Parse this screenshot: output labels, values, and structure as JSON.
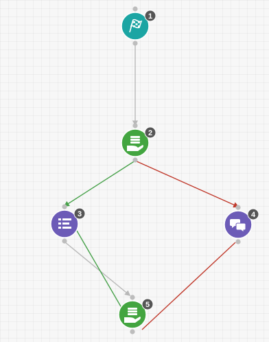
{
  "colors": {
    "teal": "#1ba5a3",
    "green": "#43a540",
    "purple": "#6c5bb7",
    "badge": "#555555",
    "port": "#bdbdbd",
    "edge_gray": "#b8b8b8",
    "edge_green": "#47a14a",
    "edge_red": "#c0392b"
  },
  "nodes": [
    {
      "id": "1",
      "badge": "1",
      "color": "teal",
      "icon": "flag-icon"
    },
    {
      "id": "2",
      "badge": "2",
      "color": "green",
      "icon": "hand-stack-icon"
    },
    {
      "id": "3",
      "badge": "3",
      "color": "purple",
      "icon": "list-icon"
    },
    {
      "id": "4",
      "badge": "4",
      "color": "purple",
      "icon": "chat-bubbles-icon"
    },
    {
      "id": "5",
      "badge": "5",
      "color": "green",
      "icon": "hand-stack-icon"
    }
  ],
  "edges": [
    {
      "from": "1",
      "to": "2",
      "color": "edge_gray"
    },
    {
      "from": "2",
      "to": "3",
      "color": "edge_green"
    },
    {
      "from": "2",
      "to": "4",
      "color": "edge_red"
    },
    {
      "from": "3",
      "to": "5",
      "color": "edge_gray"
    },
    {
      "from": "3",
      "to": "5",
      "color": "edge_green",
      "variant": "direct"
    },
    {
      "from": "4",
      "to": "5",
      "color": "edge_red"
    }
  ]
}
